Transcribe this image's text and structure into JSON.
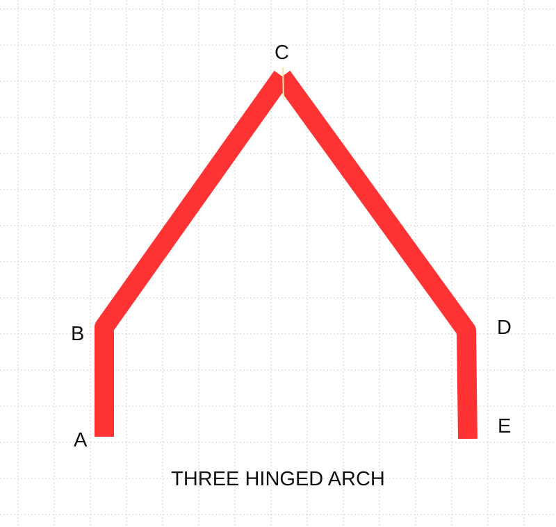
{
  "diagram": {
    "caption": "THREE HINGED ARCH",
    "member_color": "#ff3333",
    "hinge_color": "#f5e9a8",
    "grid_color": "#cfcfcf",
    "points": {
      "A": "A",
      "B": "B",
      "C": "C",
      "D": "D",
      "E": "E"
    }
  }
}
